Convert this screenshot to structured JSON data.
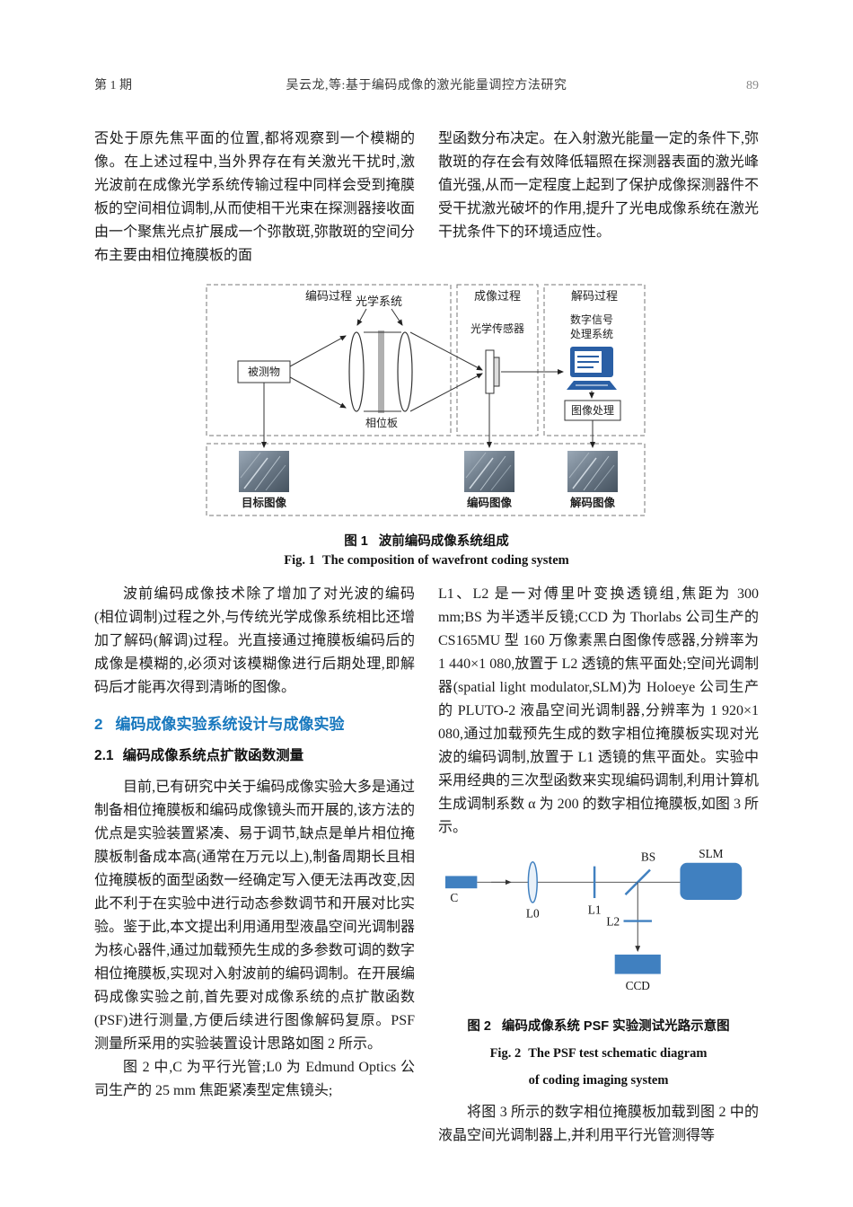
{
  "header": {
    "issue": "第 1 期",
    "running_title": "吴云龙,等:基于编码成像的激光能量调控方法研究",
    "page_number": "89"
  },
  "left_column": {
    "para_continuation": "否处于原先焦平面的位置,都将观察到一个模糊的像。在上述过程中,当外界存在有关激光干扰时,激光波前在成像光学系统传输过程中同样会受到掩膜板的空间相位调制,从而使相干光束在探测器接收面由一个聚焦光点扩展成一个弥散斑,弥散斑的空间分布主要由相位掩膜板的面",
    "para_wavefront": "波前编码成像技术除了增加了对光波的编码(相位调制)过程之外,与传统光学成像系统相比还增加了解码(解调)过程。光直接通过掩膜板编码后的成像是模糊的,必须对该模糊像进行后期处理,即解码后才能再次得到清晰的图像。",
    "section2": {
      "number": "2",
      "title": "编码成像实验系统设计与成像实验"
    },
    "section21": {
      "number": "2.1",
      "title": "编码成像系统点扩散函数测量"
    },
    "para_current": "目前,已有研究中关于编码成像实验大多是通过制备相位掩膜板和编码成像镜头而开展的,该方法的优点是实验装置紧凑、易于调节,缺点是单片相位掩膜板制备成本高(通常在万元以上),制备周期长且相位掩膜板的面型函数一经确定写入便无法再改变,因此不利于在实验中进行动态参数调节和开展对比实验。鉴于此,本文提出利用通用型液晶空间光调制器为核心器件,通过加载预先生成的多参数可调的数字相位掩膜板,实现对入射波前的编码调制。在开展编码成像实验之前,首先要对成像系统的点扩散函数(PSF)进行测量,方便后续进行图像解码复原。PSF 测量所采用的实验装置设计思路如图 2 所示。",
    "para_fig2_intro": "图 2 中,C 为平行光管;L0 为 Edmund Optics 公司生产的 25 mm 焦距紧凑型定焦镜头;"
  },
  "right_column": {
    "para_type_function": "型函数分布决定。在入射激光能量一定的条件下,弥散斑的存在会有效降低辐照在探测器表面的激光峰值光强,从而一定程度上起到了保护成像探测器件不受干扰激光破坏的作用,提升了光电成像系统在激光干扰条件下的环境适应性。",
    "para_l1l2": "L1、L2 是一对傅里叶变换透镜组,焦距为 300 mm;BS 为半透半反镜;CCD 为 Thorlabs 公司生产的 CS165MU 型 160 万像素黑白图像传感器,分辨率为 1 440×1 080,放置于 L2 透镜的焦平面处;空间光调制器(spatial light modulator,SLM)为 Holoeye 公司生产的 PLUTO-2 液晶空间光调制器,分辨率为 1 920×1 080,通过加载预先生成的数字相位掩膜板实现对光波的编码调制,放置于 L1 透镜的焦平面处。实验中采用经典的三次型函数来实现编码调制,利用计算机生成调制系数 α 为 200 的数字相位掩膜板,如图 3 所示。",
    "para_load": "将图 3 所示的数字相位掩膜板加载到图 2 中的液晶空间光调制器上,并利用平行光管测得等"
  },
  "figure1": {
    "caption_zh": {
      "label": "图 1",
      "text": "波前编码成像系统组成"
    },
    "caption_en": {
      "label": "Fig. 1",
      "text": "The composition of wavefront coding system"
    },
    "labels": {
      "coding_process": "编码过程",
      "optical_system": "光学系统",
      "imaging_process": "成像过程",
      "decoding_process": "解码过程",
      "measured_object": "被测物",
      "phase_plate": "相位板",
      "optical_sensor": "光学传感器",
      "dsp_line1": "数字信号",
      "dsp_line2": "处理系统",
      "image_processing": "图像处理",
      "target_image": "目标图像",
      "coded_image": "编码图像",
      "decoded_image": "解码图像"
    }
  },
  "figure2": {
    "caption_zh": {
      "label": "图 2",
      "text": "编码成像系统 PSF 实验测试光路示意图"
    },
    "caption_en_line1": {
      "label": "Fig. 2",
      "text": "The PSF test schematic diagram"
    },
    "caption_en_line2": "of coding imaging system",
    "labels": {
      "collimator": "C",
      "lens_l0": "L0",
      "lens_l1": "L1",
      "beam_splitter": "BS",
      "slm": "SLM",
      "lens_l2": "L2",
      "ccd": "CCD"
    },
    "accent_color": "#4080c0"
  },
  "colors": {
    "section_heading": "#1878be",
    "figure2_blue": "#4080c0",
    "computer_icon_blue": "#2a5fa5"
  }
}
